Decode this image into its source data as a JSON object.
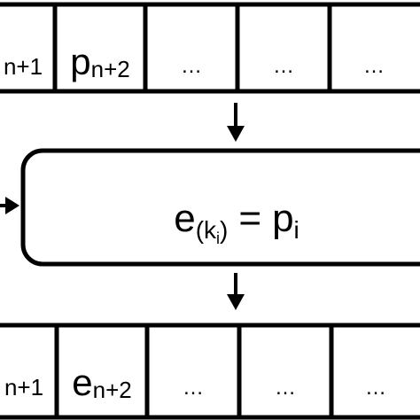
{
  "top_row": {
    "cells": [
      {
        "base": "",
        "sub": "n+1"
      },
      {
        "base": "p",
        "sub": "n+2"
      },
      {
        "base": "…",
        "sub": ""
      },
      {
        "base": "…",
        "sub": ""
      },
      {
        "base": "…",
        "sub": ""
      }
    ]
  },
  "process_box": {
    "lhs_base": "e",
    "lhs_sub_open": "(k",
    "lhs_sub_index": "i",
    "lhs_sub_close": ")",
    "equals": "=",
    "rhs_base": "p",
    "rhs_sub": "i"
  },
  "bottom_row": {
    "cells": [
      {
        "base": "",
        "sub": "n+1"
      },
      {
        "base": "e",
        "sub": "n+2"
      },
      {
        "base": "…",
        "sub": ""
      },
      {
        "base": "…",
        "sub": ""
      },
      {
        "base": "…",
        "sub": ""
      }
    ]
  },
  "colors": {
    "stroke": "#000000",
    "background": "#ffffff"
  }
}
